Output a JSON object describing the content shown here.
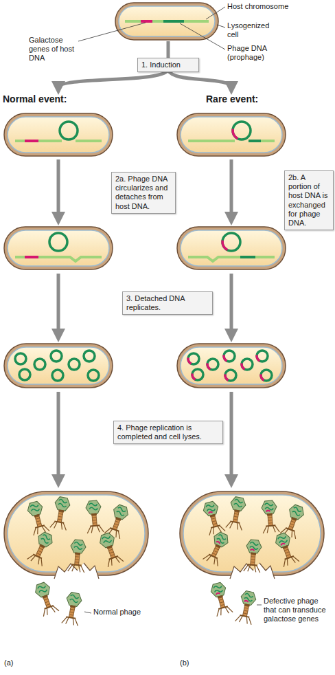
{
  "diagram": {
    "nodes": [
      {
        "text": [
          "1. Induction"
        ]
      },
      {
        "text": [
          "2a. Phage DNA circularizes and detaches from host DNA."
        ]
      },
      {
        "text": [
          "2b. A portion of host DNA is exchanged for phage DNA."
        ]
      },
      {
        "text": [
          "3. Detached DNA replicates."
        ]
      },
      {
        "text": [
          "4. Phage replication is completed and cell lyses."
        ]
      }
    ],
    "labels": [
      "Host chromosome",
      "Lysogenized cell",
      "Galactose genes of host DNA",
      "Phage DNA (prophage)",
      "Normal event:",
      "Rare event:",
      "Normal phage",
      "Defective phage that can transduce galactose genes",
      "(a)",
      "(b)"
    ]
  }
}
